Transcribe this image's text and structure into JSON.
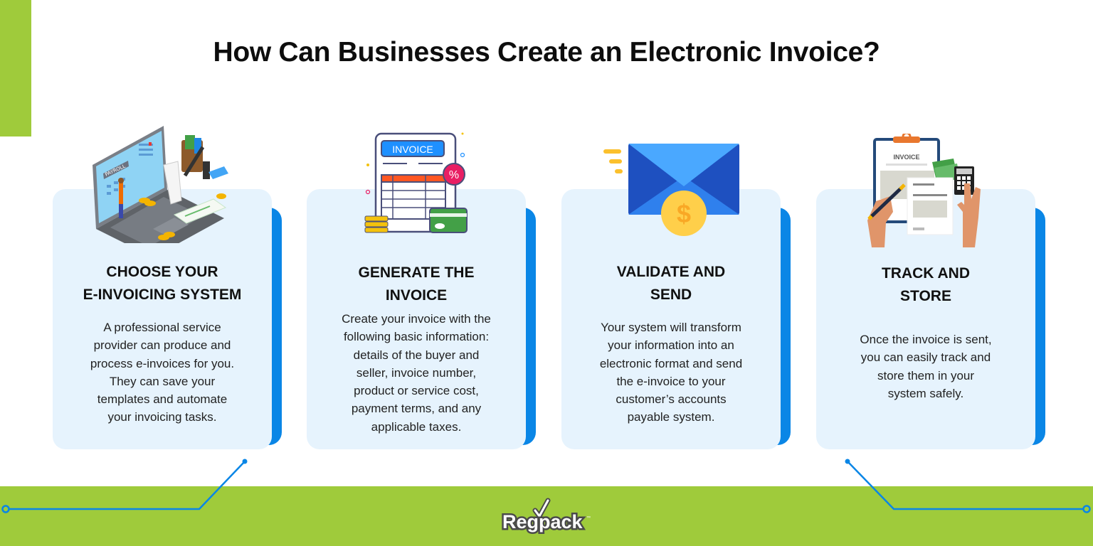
{
  "page": {
    "title": "How Can Businesses Create an Electronic Invoice?"
  },
  "colors": {
    "accent_green": "#9fcb3b",
    "accent_blue": "#0a86e6",
    "card_bg": "#e6f3fd",
    "text_dark": "#111111"
  },
  "steps": [
    {
      "title_line1": "CHOOSE YOUR",
      "title_line2": "E-INVOICING SYSTEM",
      "body": [
        "A professional service",
        "provider can produce and",
        "process e-invoices for you.",
        "They can save your",
        "templates and automate",
        "your invoicing tasks."
      ],
      "icon": "laptop-payroll-illustration"
    },
    {
      "title_line1": "GENERATE THE",
      "title_line2": "INVOICE",
      "body": [
        "Create your invoice with the",
        "following basic information:",
        "details of the buyer and",
        "seller, invoice number,",
        "product or service cost,",
        "payment terms, and any",
        "applicable taxes."
      ],
      "icon": "invoice-document-illustration",
      "icon_label": "INVOICE",
      "badge": "%"
    },
    {
      "title_line1": "VALIDATE AND",
      "title_line2": "SEND",
      "body": [
        "Your system will transform",
        "your information into an",
        "electronic format and send",
        "the e-invoice to your",
        "customer’s accounts",
        "payable system."
      ],
      "icon": "envelope-dollar-illustration",
      "coin_symbol": "$"
    },
    {
      "title_line1": "TRACK AND",
      "title_line2": "STORE",
      "body": [
        "Once the invoice is sent,",
        "you can easily track and",
        "store them in your",
        "system safely."
      ],
      "icon": "clipboard-invoice-illustration",
      "icon_label": "INVOICE"
    }
  ],
  "footer": {
    "logo_text": "Regpack",
    "logo_tm": "™"
  }
}
